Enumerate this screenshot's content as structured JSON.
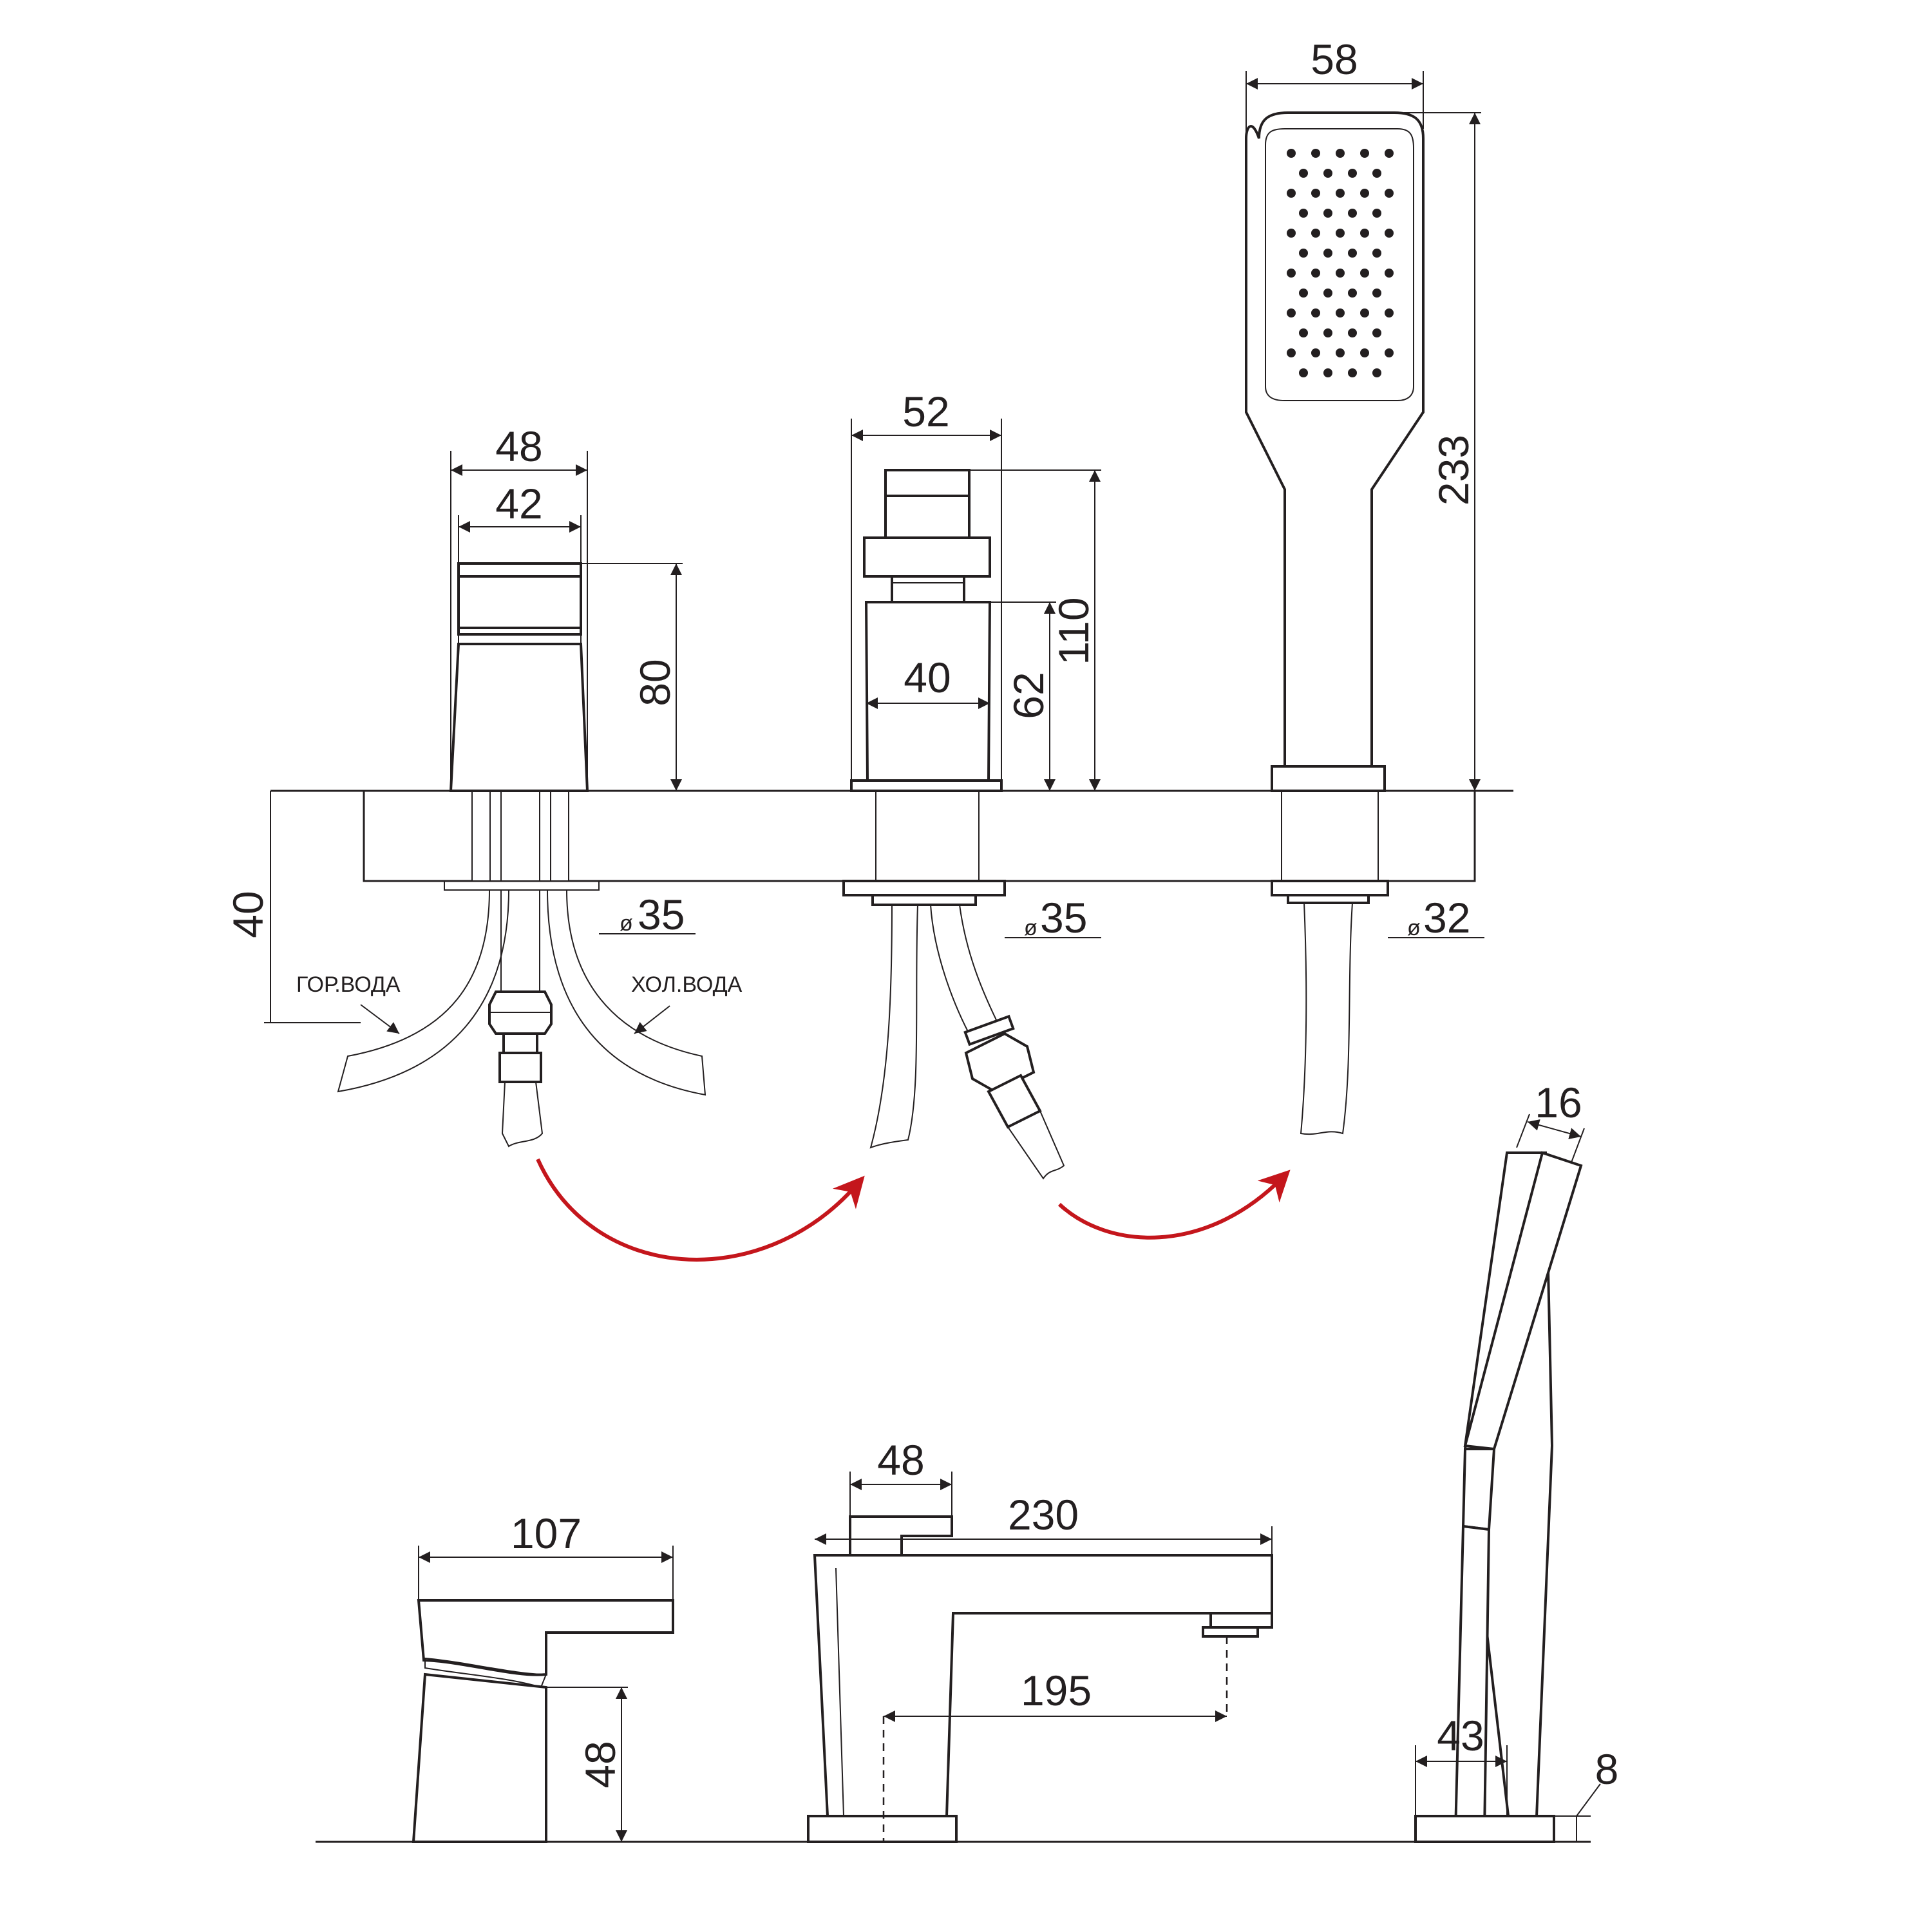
{
  "dimensions": {
    "mixer_width_outer": "48",
    "mixer_width_inner": "42",
    "mixer_height": "80",
    "spout_width": "52",
    "spout_inner_width": "40",
    "spout_outlet_height": "62",
    "spout_height": "110",
    "shower_head_width": "58",
    "shower_height": "233",
    "deck_thickness": "40",
    "hole_mixer": "35",
    "hole_spout": "35",
    "hole_shower": "32",
    "mixer_side_depth": "107",
    "mixer_side_height": "48",
    "spout_side_handle_width": "48",
    "spout_reach": "230",
    "spout_outlet_reach": "195",
    "shower_side_thickness": "16",
    "shower_base_width": "43",
    "shower_base_height": "8"
  },
  "labels": {
    "hot_water": "ГОР.ВОДА",
    "cold_water": "ХОЛ.ВОДА",
    "diameter_symbol": "ø"
  },
  "colors": {
    "line": "#231f20",
    "flow_arrow": "#c4161c"
  }
}
